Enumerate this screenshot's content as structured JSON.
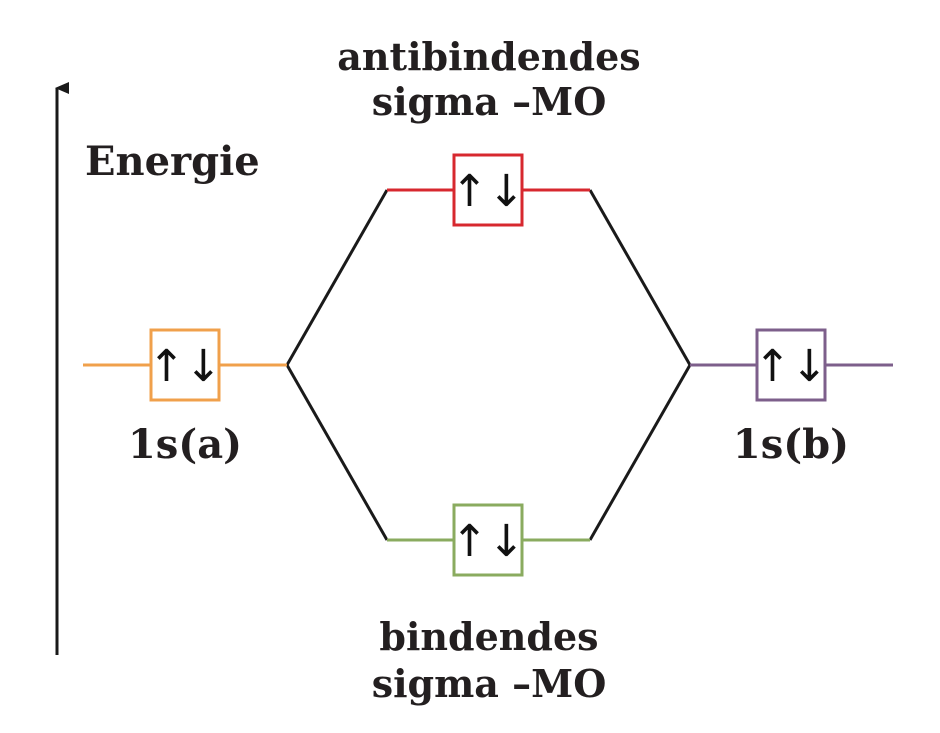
{
  "axis": {
    "label": "Energie"
  },
  "orbitals": {
    "left": {
      "label": "1s(a)",
      "electrons": "↑↓",
      "color": "#f0a04b"
    },
    "right": {
      "label": "1s(b)",
      "electrons": "↑↓",
      "color": "#7d5f8b"
    },
    "antibonding": {
      "label_line1": "antibindendes",
      "label_line2": "sigma –MO",
      "electrons": "↑↓",
      "color": "#d7282f"
    },
    "bonding": {
      "label_line1": "bindendes",
      "label_line2": "sigma –MO",
      "electrons": "↑↓",
      "color": "#8aab5f"
    }
  },
  "connector_color": "#1a1a1a"
}
